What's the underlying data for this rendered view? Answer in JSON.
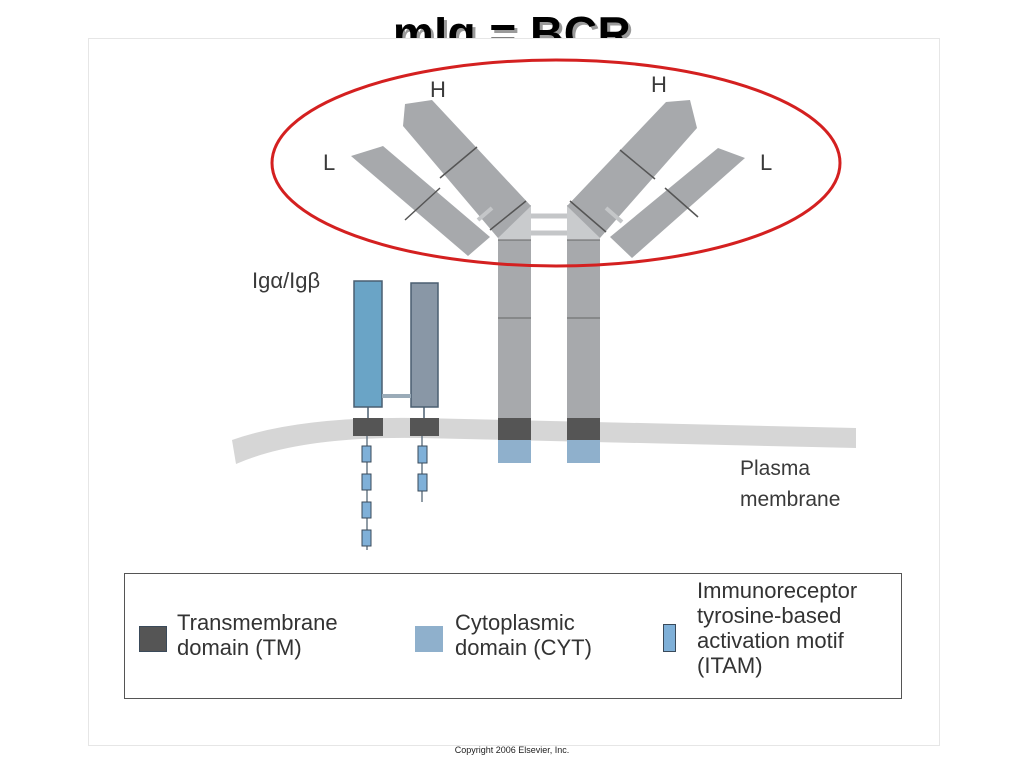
{
  "title": "mIg = BCR",
  "diagram": {
    "heavy_chain_label_left": "H",
    "heavy_chain_label_right": "H",
    "light_chain_label_left": "L",
    "light_chain_label_right": "L",
    "ig_alpha_beta_label": "Igα/Igβ",
    "membrane_label_line1": "Plasma",
    "membrane_label_line2": "membrane",
    "highlight_color": "#d42020"
  },
  "legend": {
    "items": [
      {
        "line1": "Transmembrane",
        "line2": "domain (TM)",
        "color": "#555555"
      },
      {
        "line1": "Cytoplasmic",
        "line2": "domain (CYT)",
        "color": "#8fb0cc"
      },
      {
        "line1": "Immunoreceptor",
        "line2": "tyrosine-based",
        "line3": "activation motif",
        "line4": "(ITAM)",
        "color": "#7fb0d8"
      }
    ]
  },
  "footer": {
    "copyright": "Copyright 2006 Elsevier, Inc."
  }
}
